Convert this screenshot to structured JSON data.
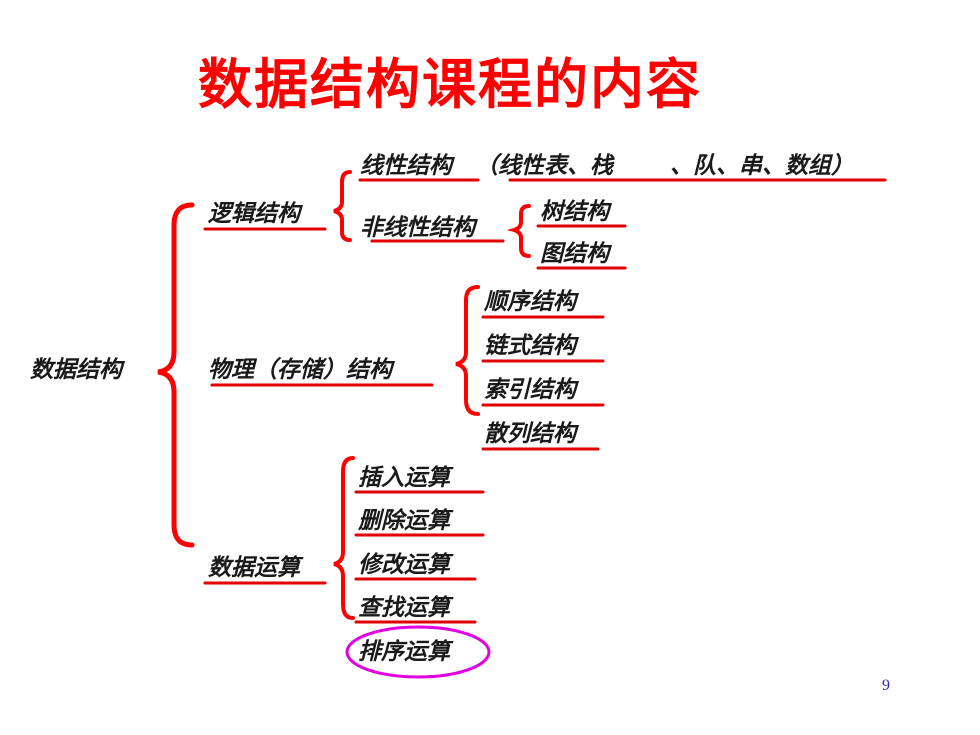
{
  "title": "数据结构课程的内容",
  "page_number": "9",
  "tree": {
    "root": "数据结构",
    "logical": {
      "label": "逻辑结构",
      "linear": {
        "label": "线性结构",
        "detail_open": "（线性表、栈",
        "detail_close": "、队、串、数组）"
      },
      "nonlinear": {
        "label": "非线性结构",
        "children": [
          "树结构",
          "图结构"
        ]
      }
    },
    "physical": {
      "label": "物理（存储）结构",
      "children": [
        "顺序结构",
        "链式结构",
        "索引结构",
        "散列结构"
      ]
    },
    "operations": {
      "label": "数据运算",
      "children": [
        "插入运算",
        "删除运算",
        "修改运算",
        "查找运算",
        "排序运算"
      ]
    }
  },
  "colors": {
    "title": "#ff0000",
    "bracket": "#ff0000",
    "underline": "#e00000",
    "highlight": "#e000e0",
    "page_number": "#2a2aaa"
  }
}
